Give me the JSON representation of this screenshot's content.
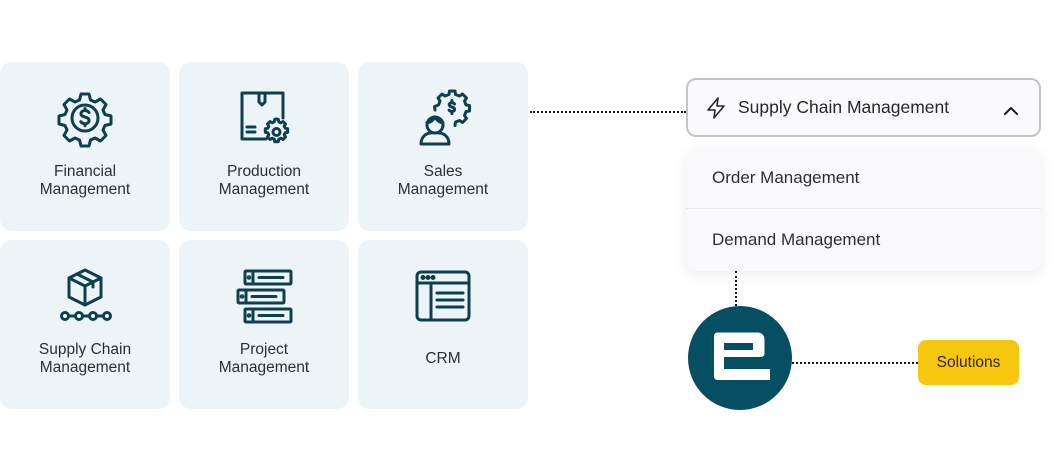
{
  "modules": [
    {
      "label": "Financial\nManagement",
      "icon": "gear-dollar-icon"
    },
    {
      "label": "Production\nManagement",
      "icon": "box-gear-icon"
    },
    {
      "label": "Sales\nManagement",
      "icon": "person-gear-dollar-icon"
    },
    {
      "label": "Supply Chain\nManagement",
      "icon": "box-conveyor-icon"
    },
    {
      "label": "Project\nManagement",
      "icon": "stacked-bars-icon"
    },
    {
      "label": "CRM",
      "icon": "browser-window-icon"
    }
  ],
  "dropdown": {
    "selected": "Supply Chain Management",
    "icon": "lightning-bolt-icon",
    "toggle_icon": "chevron-up-icon",
    "options": [
      "Order Management",
      "Demand Management"
    ]
  },
  "logo": {
    "icon": "e-logo-icon"
  },
  "badge": {
    "label": "Solutions"
  },
  "colors": {
    "icon": "#0e3f4d",
    "card_bg": "#edf4f8",
    "logo_bg": "#064e61",
    "badge_bg": "#f7c60e"
  }
}
